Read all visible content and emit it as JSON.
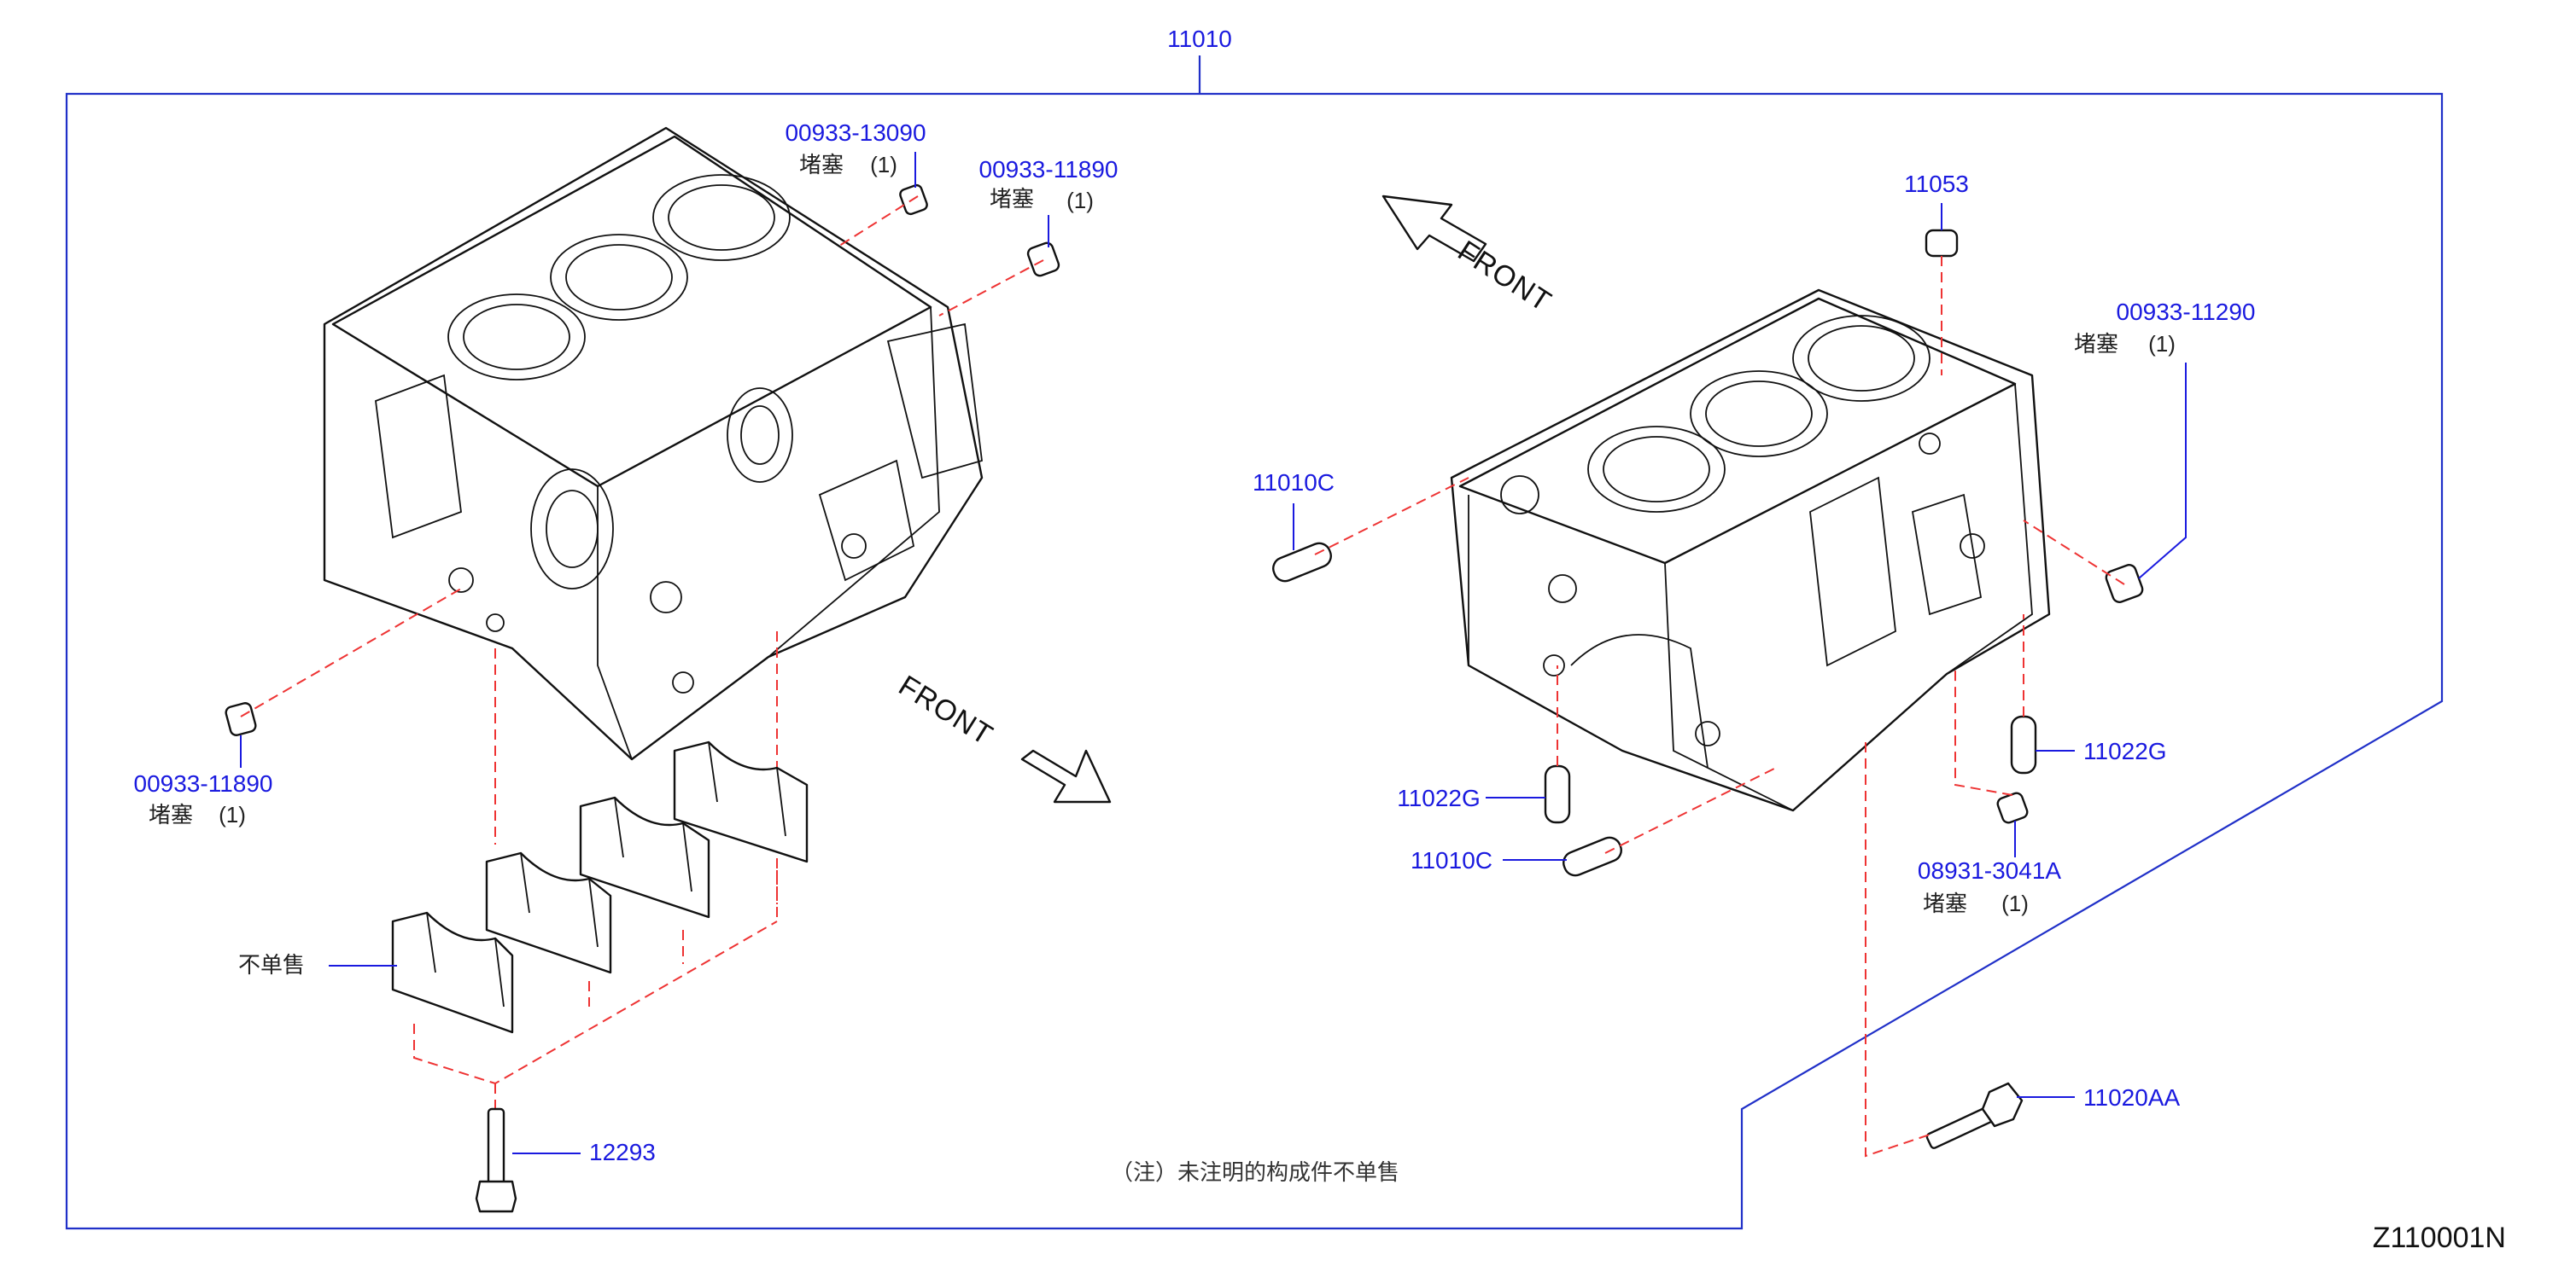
{
  "diagram": {
    "assembly_number": "11010",
    "figure_code": "Z110001N",
    "note": "（注）未注明的构成件不单售",
    "front_label": "FRONT",
    "not_sold_label": "不单售",
    "callouts": [
      {
        "id": "plug-top",
        "part_number": "00933-13090",
        "name": "堵塞",
        "qty": "(1)"
      },
      {
        "id": "plug-top-right",
        "part_number": "00933-11890",
        "name": "堵塞",
        "qty": "(1)"
      },
      {
        "id": "plug-left",
        "part_number": "00933-11890",
        "name": "堵塞",
        "qty": "(1)"
      },
      {
        "id": "bolt-12293",
        "part_number": "12293",
        "name": "",
        "qty": ""
      },
      {
        "id": "plug-11053",
        "part_number": "11053",
        "name": "",
        "qty": ""
      },
      {
        "id": "plug-11290",
        "part_number": "00933-11290",
        "name": "堵塞",
        "qty": "(1)"
      },
      {
        "id": "dowel-11010c-upper",
        "part_number": "11010C",
        "name": "",
        "qty": ""
      },
      {
        "id": "dowel-11022g-left",
        "part_number": "11022G",
        "name": "",
        "qty": ""
      },
      {
        "id": "dowel-11010c-lower",
        "part_number": "11010C",
        "name": "",
        "qty": ""
      },
      {
        "id": "dowel-11022g-right",
        "part_number": "11022G",
        "name": "",
        "qty": ""
      },
      {
        "id": "plug-3041a",
        "part_number": "08931-3041A",
        "name": "堵塞",
        "qty": "(1)"
      },
      {
        "id": "bolt-11020aa",
        "part_number": "11020AA",
        "name": "",
        "qty": ""
      }
    ]
  }
}
